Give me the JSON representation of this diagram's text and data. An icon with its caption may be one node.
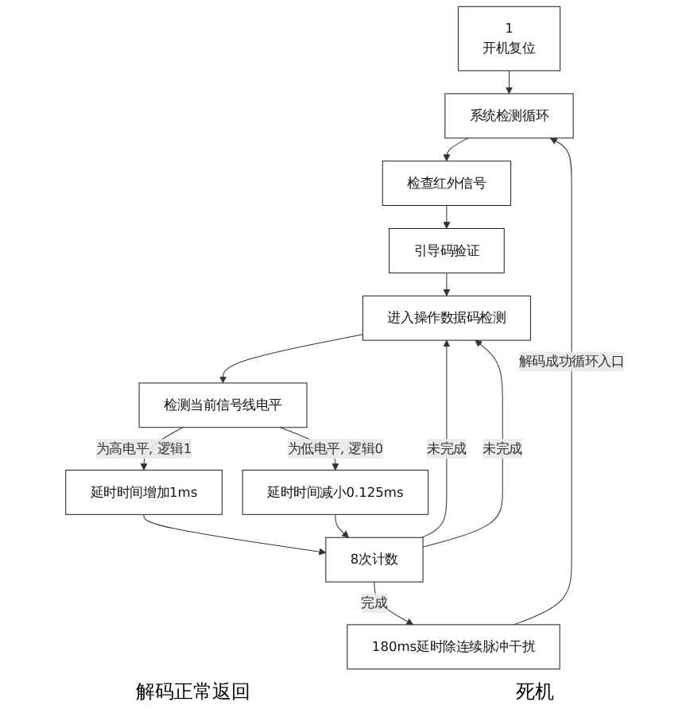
{
  "diagram": {
    "nodes": [
      {
        "text": [
          "1",
          "开机复位"
        ]
      },
      {
        "text": [
          "系统检测循环"
        ]
      },
      {
        "text": [
          "检查红外信号"
        ]
      },
      {
        "text": [
          "引导码验证"
        ]
      },
      {
        "text": [
          "进入操作数据码检测"
        ]
      },
      {
        "text": [
          "检测当前信号线电平"
        ]
      },
      {
        "text": [
          "延时时间增加1ms"
        ]
      },
      {
        "text": [
          "延时时间减小0.125ms"
        ]
      },
      {
        "text": [
          "8次计数"
        ]
      },
      {
        "text": [
          "180ms延时除连续脉冲干扰"
        ]
      }
    ],
    "edges": [
      {
        "from": 0,
        "to": 1,
        "arrow": "to"
      },
      {
        "from": 1,
        "to": 2,
        "arrow": "to"
      },
      {
        "from": 2,
        "to": 3,
        "arrow": "to"
      },
      {
        "from": 3,
        "to": 4,
        "arrow": "to"
      },
      {
        "from": 4,
        "to": 5,
        "arrow": "to"
      },
      {
        "from": 5,
        "to": 6,
        "label": "为高电平, 逻辑1",
        "arrow": "to"
      },
      {
        "from": 5,
        "to": 7,
        "label": "为低电平, 逻辑0",
        "arrow": "to"
      },
      {
        "from": 6,
        "to": 8,
        "arrow": "to"
      },
      {
        "from": 7,
        "to": 8,
        "arrow": "to"
      },
      {
        "from": 8,
        "to": 4,
        "label": "未完成",
        "arrow": "to"
      },
      {
        "from": 8,
        "to": 4,
        "label": "未完成",
        "arrow": "to"
      },
      {
        "from": 8,
        "to": 9,
        "label": "完成",
        "arrow": "to"
      },
      {
        "from": 9,
        "to": 1,
        "label": "解码成功循环入口",
        "arrow": "to"
      }
    ],
    "labels": [
      "解码正常返回",
      "死机"
    ]
  }
}
